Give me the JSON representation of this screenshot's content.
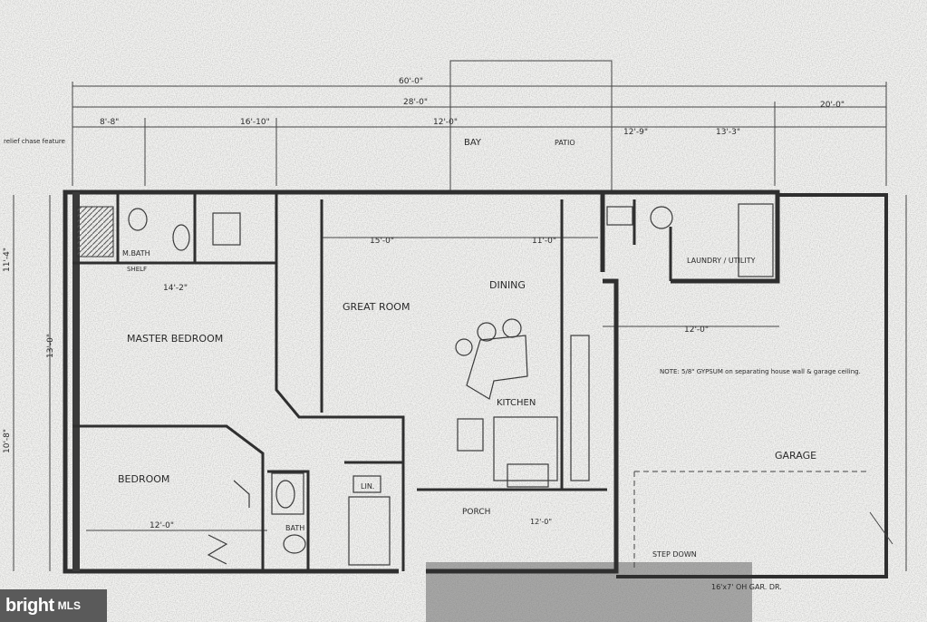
{
  "colors": {
    "paper": "#f4f4f2",
    "ink": "#2f2f2f",
    "watermark_bg": "#5a5a5a"
  },
  "dimensions": {
    "overall_top": "60'-0\"",
    "overall_second": "28'-0\"",
    "right_top": "20'-0\"",
    "seg_left": "8'-8\"",
    "seg_mid": "16'-10\"",
    "seg_center": "12'-0\"",
    "seg_right1": "12'-9\"",
    "seg_right2": "13'-3\"",
    "left_upper": "11'-4\"",
    "left_lower": "10'-8\"",
    "great_room_w": "15'-0\"",
    "dining_w": "11'-0\"",
    "master_w": "14'-2\"",
    "master_h": "13'-0\"",
    "bedroom_w": "12'-0\"",
    "bath_w": "12'-0\"",
    "garage_side": "12'-0\""
  },
  "labels": {
    "wall_note": "relief chase feature",
    "master_bath": "M.BATH",
    "shelf": "SHELF",
    "great_room": "GREAT ROOM",
    "dining": "DINING",
    "master_bedroom": "MASTER BEDROOM",
    "bedroom": "BEDROOM",
    "kitchen": "KITCHEN",
    "laundry": "LAUNDRY / UTILITY",
    "garage": "GARAGE",
    "garage_note": "NOTE: 5/8\" GYPSUM on separating house wall & garage ceiling.",
    "porch": "PORCH",
    "bath": "BATH",
    "linen": "LIN.",
    "bay": "BAY",
    "patio": "PATIO",
    "stepdown": "STEP DOWN",
    "garage_door": "16'x7' OH GAR. DR."
  },
  "watermark": {
    "brand": "bright",
    "suffix": "MLS"
  }
}
